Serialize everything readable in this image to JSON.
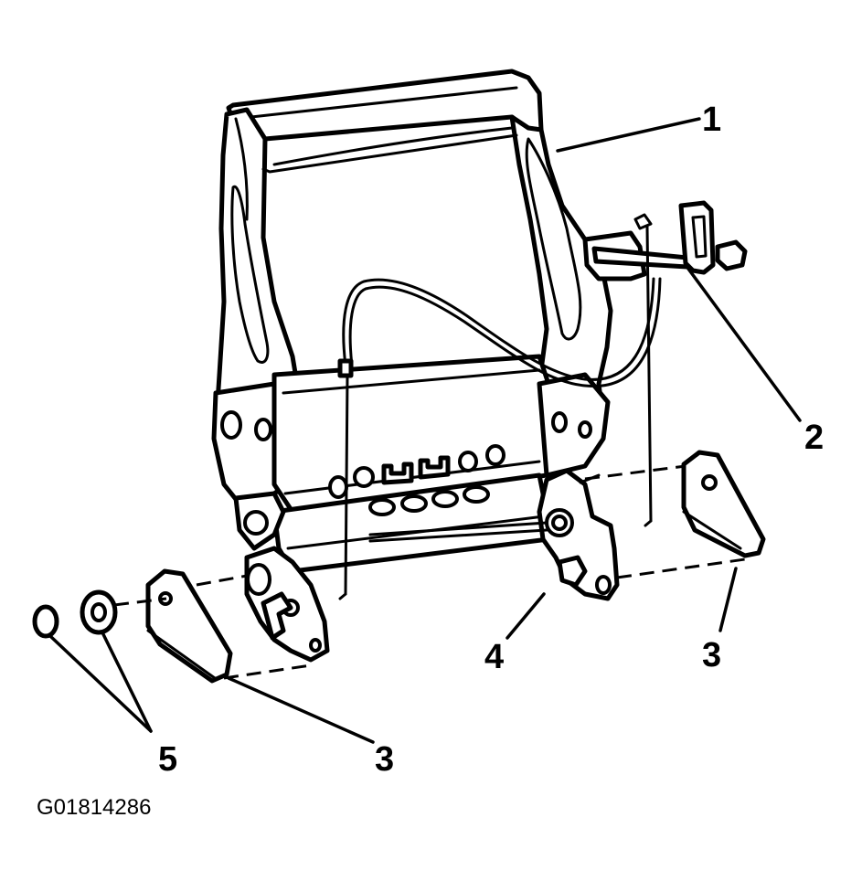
{
  "callouts": {
    "c1": "1",
    "c2": "2",
    "c3a": "3",
    "c3b": "3",
    "c4": "4",
    "c5": "5"
  },
  "figure_id": "G01814286"
}
